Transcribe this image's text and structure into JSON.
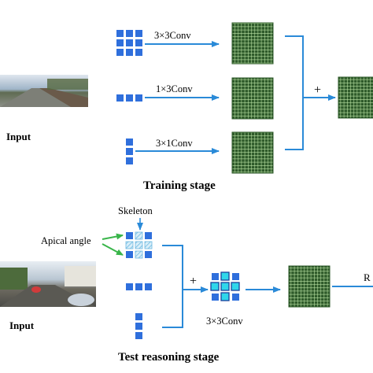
{
  "training": {
    "input_label": "Input",
    "stage_label": "Training stage",
    "branches": [
      {
        "kernel": "3×3",
        "conv_label": "3×3Conv"
      },
      {
        "kernel": "1×3",
        "conv_label": "1×3Conv"
      },
      {
        "kernel": "3×1",
        "conv_label": "3×1Conv"
      }
    ],
    "sum_symbol": "+"
  },
  "test": {
    "input_label": "Input",
    "stage_label": "Test reasoning stage",
    "skeleton_label": "Skeleton",
    "apical_label": "Apical angle",
    "sum_symbol": "+",
    "conv_label": "3×3Conv",
    "output_label_partial": "R"
  },
  "colors": {
    "kernel_blue": "#2f6fdc",
    "arrow_blue": "#2a8ad8",
    "feature_green": "#2e5a2a",
    "feature_grid": "#bfe7a8",
    "skeleton_cyan": "#2fd6ea",
    "apical_green": "#39b54a",
    "hatch_blue": "#8ccbe8"
  }
}
